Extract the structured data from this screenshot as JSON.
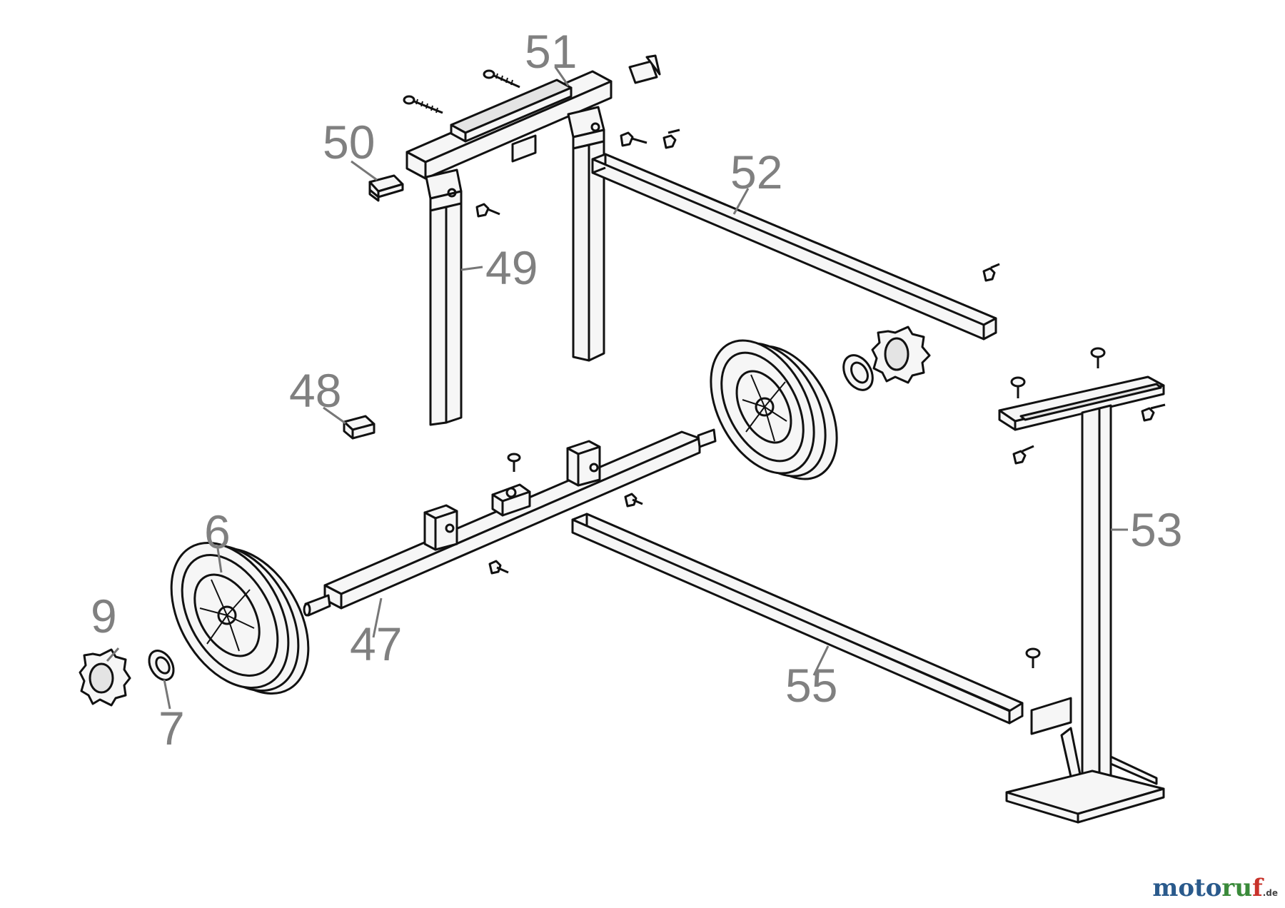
{
  "callouts": [
    {
      "id": "c51",
      "text": "51"
    },
    {
      "id": "c50",
      "text": "50"
    },
    {
      "id": "c52",
      "text": "52"
    },
    {
      "id": "c49",
      "text": "49"
    },
    {
      "id": "c48",
      "text": "48"
    },
    {
      "id": "c6",
      "text": "6"
    },
    {
      "id": "c9",
      "text": "9"
    },
    {
      "id": "c7",
      "text": "7"
    },
    {
      "id": "c47",
      "text": "47"
    },
    {
      "id": "c55",
      "text": "55"
    },
    {
      "id": "c53",
      "text": "53"
    }
  ],
  "watermark": {
    "part1": "moto",
    "part2": "ru",
    "part3": "f",
    "suffix": ".de"
  }
}
